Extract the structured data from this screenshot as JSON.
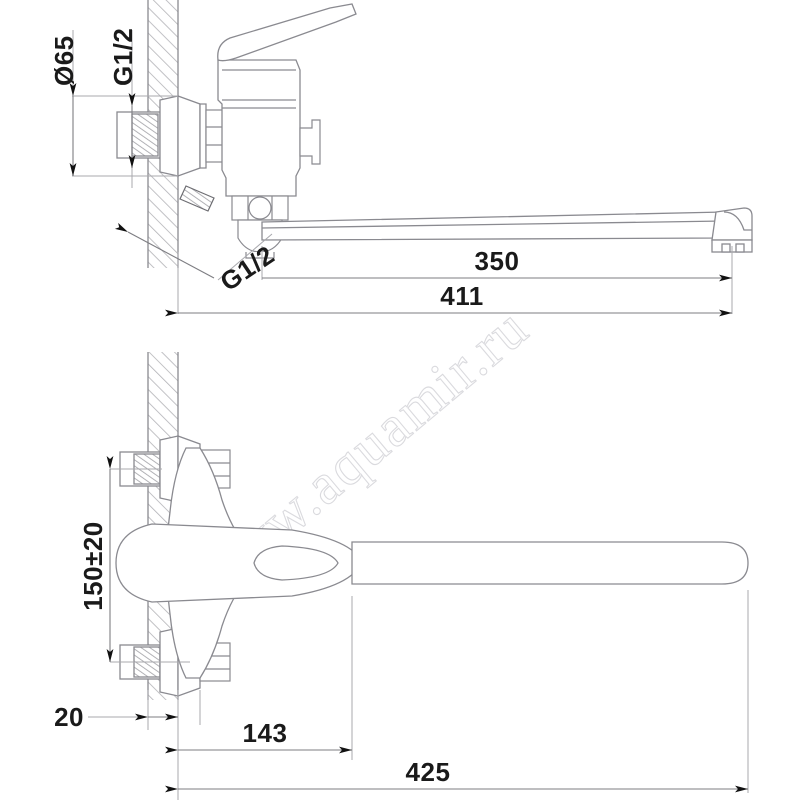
{
  "document": {
    "type": "technical-dimension-drawing",
    "subject": "wall-mounted bath mixer faucet with long swivel spout",
    "views": [
      {
        "id": "side-elevation",
        "label": ""
      },
      {
        "id": "top-plan",
        "label": ""
      }
    ]
  },
  "colors": {
    "background": "#ffffff",
    "line": "#8a8a90",
    "line_dark": "#1a1a1a",
    "hatch": "#b0b0b4",
    "dimension": "#7d7d82",
    "text": "#1a1a1a",
    "watermark": "#d9d9dd"
  },
  "dimensions": {
    "elevation": [
      {
        "name": "flange-diameter",
        "value": "Ø65",
        "orientation": "vertical",
        "unit_implied": "mm"
      },
      {
        "name": "inlet-thread",
        "value": "G1/2",
        "orientation": "vertical",
        "unit_implied": "inch-bsp"
      },
      {
        "name": "outlet-thread",
        "value": "G1/2",
        "orientation": "angled",
        "unit_implied": "inch-bsp"
      },
      {
        "name": "spout-reach-from-body",
        "value": "350",
        "orientation": "horizontal",
        "unit_implied": "mm"
      },
      {
        "name": "spout-reach-from-wall",
        "value": "411",
        "orientation": "horizontal",
        "unit_implied": "mm"
      }
    ],
    "plan": [
      {
        "name": "inlet-centers-spacing",
        "value": "150±20",
        "orientation": "vertical",
        "unit_implied": "mm"
      },
      {
        "name": "wall-thickness",
        "value": "20",
        "orientation": "horizontal",
        "unit_implied": "mm"
      },
      {
        "name": "body-depth",
        "value": "143",
        "orientation": "horizontal",
        "unit_implied": "mm"
      },
      {
        "name": "overall-length",
        "value": "425",
        "orientation": "horizontal",
        "unit_implied": "mm"
      }
    ]
  },
  "watermark": {
    "text": "www.aquamir.ru",
    "rotation_deg": -40
  }
}
